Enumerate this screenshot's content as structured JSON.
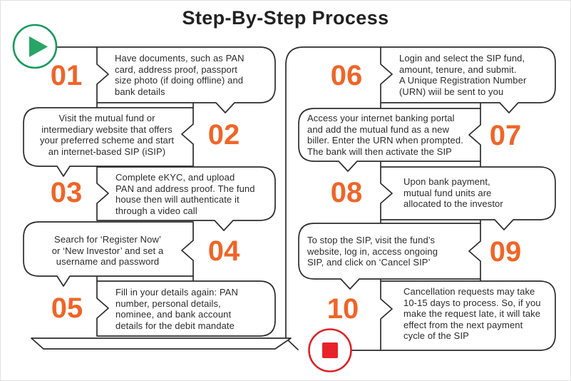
{
  "title": "Step-By-Step Process",
  "colors": {
    "accent_orange": "#ef6528",
    "outline": "#2d2d2d",
    "start_green": "#159a5c",
    "stop_red": "#df1f26",
    "text": "#2b2b2b"
  },
  "start_marker": {
    "icon": "play-icon"
  },
  "end_marker": {
    "icon": "stop-icon"
  },
  "steps": [
    {
      "number": "01",
      "text": "Have documents, such as PAN\ncard, address proof, passport\nsize photo (if doing offline) and\nbank details"
    },
    {
      "number": "02",
      "text": "Visit the mutual fund or\nintermediary website that offers\nyour preferred scheme and start\nan internet-based SIP (iSIP)"
    },
    {
      "number": "03",
      "text": "Complete eKYC, and upload\nPAN and address proof. The fund\nhouse then will authenticate it\nthrough a video call"
    },
    {
      "number": "04",
      "text": "Search for ‘Register Now’\nor ‘New Investor’ and set a\nusername and password"
    },
    {
      "number": "05",
      "text": "Fill in your details again: PAN\nnumber, personal details,\nnominee, and bank account\ndetails for the debit mandate"
    },
    {
      "number": "06",
      "text": "Login and select the SIP fund,\namount, tenure, and submit.\nA Unique Registration Number\n(URN) wiil be sent to you"
    },
    {
      "number": "07",
      "text": "Access your internet banking portal\nand add the mutual fund as a new\nbiller. Enter the URN when prompted.\nThe bank will then activate the SIP"
    },
    {
      "number": "08",
      "text": "Upon bank payment,\nmutual fund units are\nallocated to the investor"
    },
    {
      "number": "09",
      "text": "To stop the SIP, visit the fund’s\nwebsite, log in, access ongoing\nSIP, and click on ‘Cancel SIP’"
    },
    {
      "number": "10",
      "text": "Cancellation requests may take\n10-15 days to process. So, if you\nmake the request late, it will take\neffect from the next payment\ncycle of the SIP"
    }
  ]
}
